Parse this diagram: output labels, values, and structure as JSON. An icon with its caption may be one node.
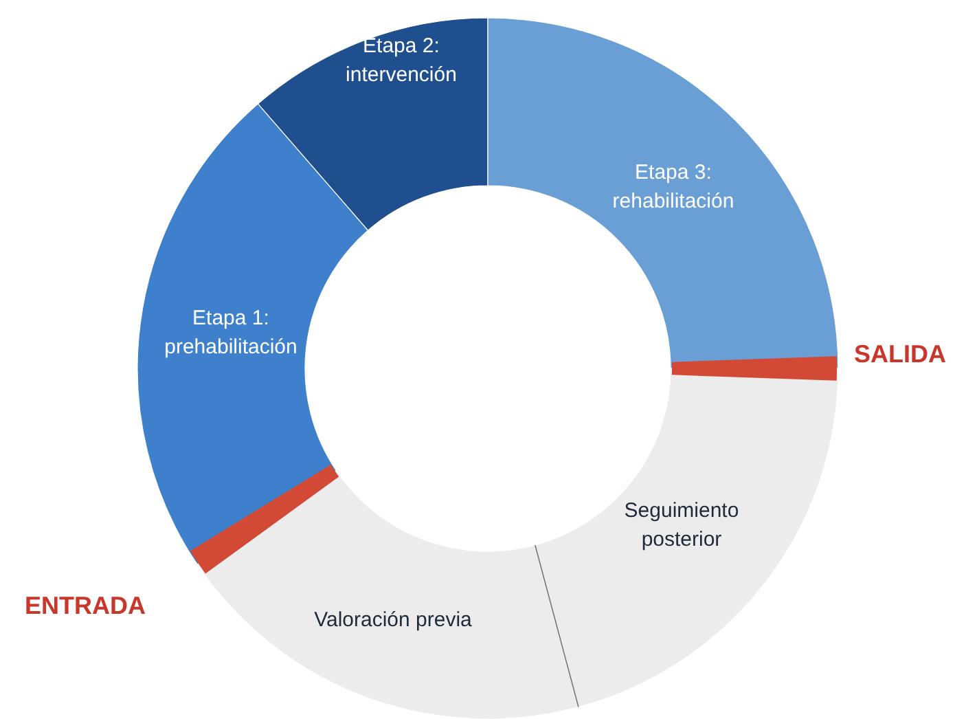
{
  "diagram": {
    "nodes": [
      {
        "text": [
          "Etapa 2: intervención"
        ]
      },
      {
        "text": [
          "Etapa 3: rehabilitación"
        ]
      },
      {
        "text": [
          "Etapa 1: prehabilitación"
        ]
      },
      {
        "text": [
          "Seguimiento posterior"
        ]
      },
      {
        "text": [
          "Valoración previa"
        ]
      }
    ],
    "labels": [
      "SALIDA",
      "ENTRADA"
    ]
  }
}
